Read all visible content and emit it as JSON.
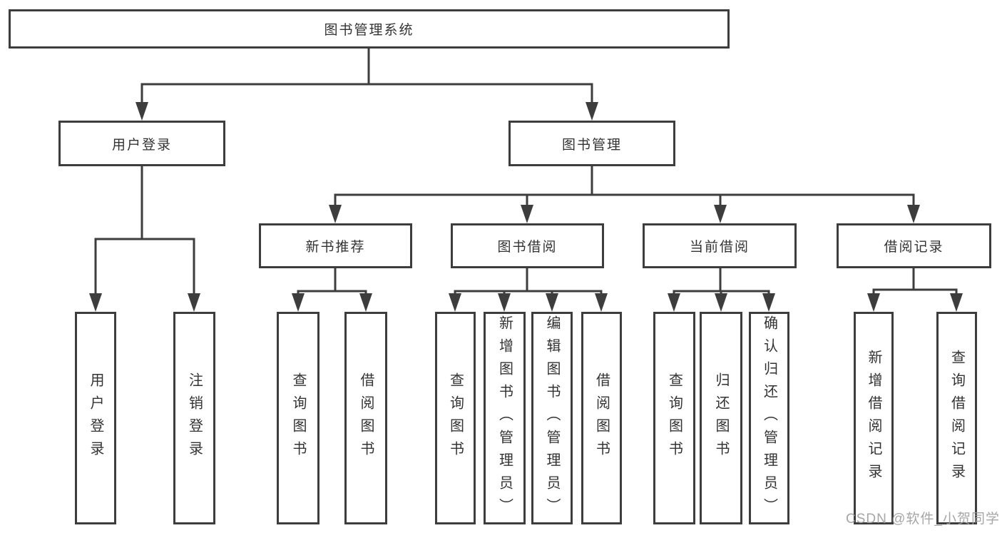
{
  "diagram_title": "图书管理系统",
  "tree": {
    "label": "图书管理系统",
    "children": [
      {
        "label": "用户登录",
        "children": [
          {
            "label": "用户登录"
          },
          {
            "label": "注销登录"
          }
        ]
      },
      {
        "label": "图书管理",
        "children": [
          {
            "label": "新书推荐",
            "children": [
              {
                "label": "查询图书"
              },
              {
                "label": "借阅图书"
              }
            ]
          },
          {
            "label": "图书借阅",
            "children": [
              {
                "label": "查询图书"
              },
              {
                "label": "新增图书（管理员）"
              },
              {
                "label": "编辑图书（管理员）"
              },
              {
                "label": "借阅图书"
              }
            ]
          },
          {
            "label": "当前借阅",
            "children": [
              {
                "label": "查询图书"
              },
              {
                "label": "归还图书"
              },
              {
                "label": "确认归还（管理员）"
              }
            ]
          },
          {
            "label": "借阅记录",
            "children": [
              {
                "label": "新增借阅记录"
              },
              {
                "label": "查询借阅记录"
              }
            ]
          }
        ]
      }
    ]
  },
  "watermark": {
    "text": "CSDN @软件_小贺同学"
  },
  "colors": {
    "line": "#3d3d3d",
    "box_border": "#3d3d3d",
    "text": "#333333",
    "watermark": "#9e9e9e",
    "background": "#ffffff"
  }
}
